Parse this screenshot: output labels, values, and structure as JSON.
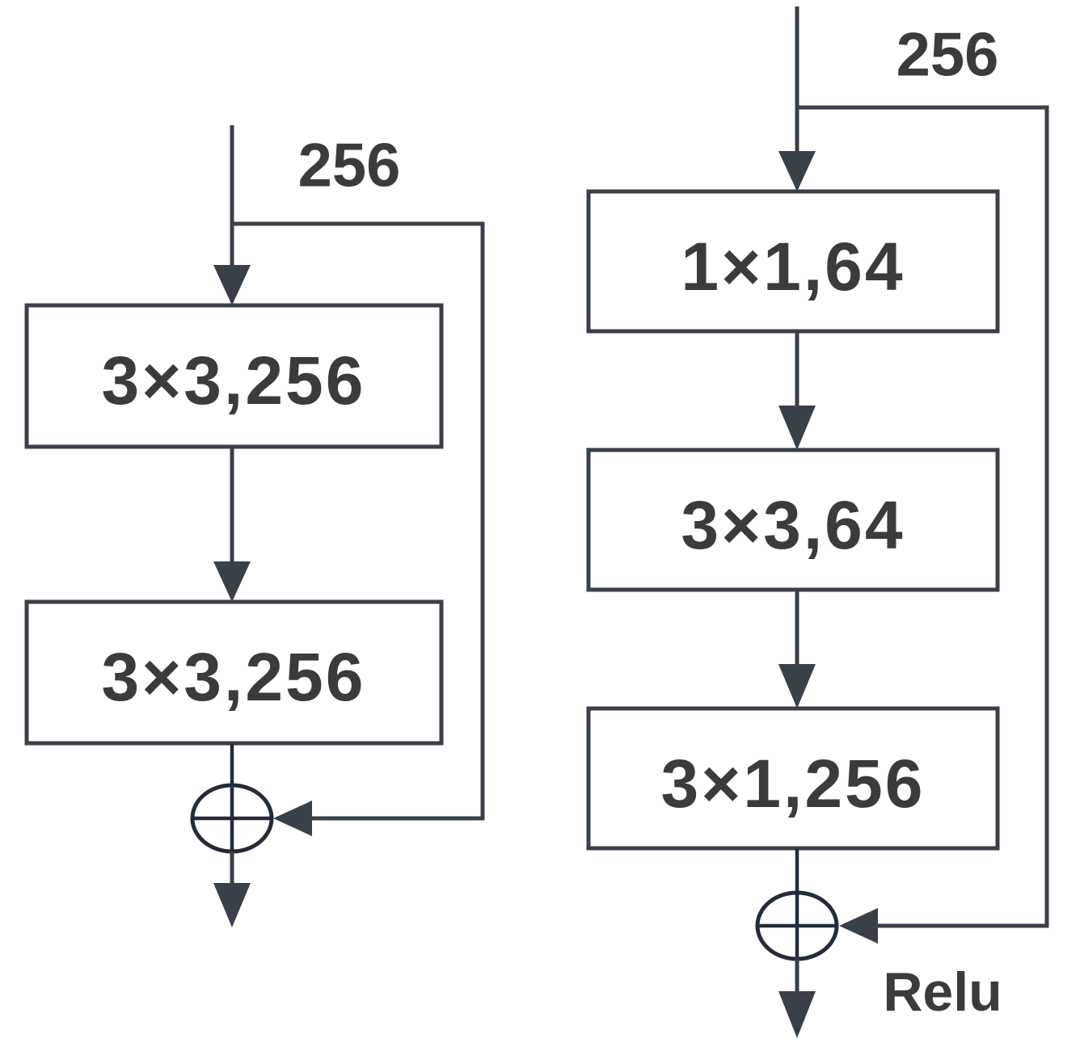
{
  "figure": {
    "left_block": {
      "input_channels_label": "256",
      "conv_layers": [
        "3×3,256",
        "3×3,256"
      ]
    },
    "right_block": {
      "input_channels_label": "256",
      "conv_layers": [
        "1×1,64",
        "3×3,64",
        "3×1,256"
      ],
      "activation_label": "Relu"
    },
    "colors": {
      "stroke": "#3a4047",
      "text": "#3b3b3b",
      "box_fill": "#ffffff",
      "background": "#ffffff"
    }
  }
}
